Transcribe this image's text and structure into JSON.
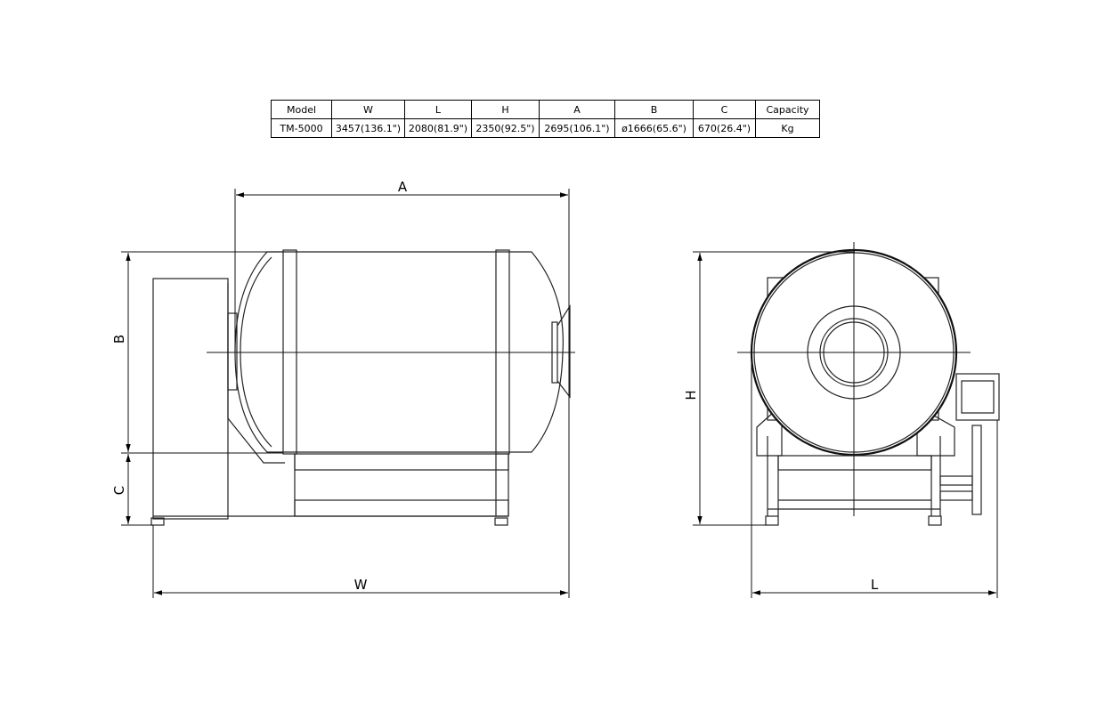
{
  "spec_table": {
    "headers": [
      "Model",
      "W",
      "L",
      "H",
      "A",
      "B",
      "C",
      "Capacity"
    ],
    "row": [
      "TM-5000",
      "3457(136.1\")",
      "2080(81.9\")",
      "2350(92.5\")",
      "2695(106.1\")",
      "ø1666(65.6\")",
      "670(26.4\")",
      "Kg"
    ]
  },
  "dimension_labels": {
    "a": "A",
    "b": "B",
    "c": "C",
    "w": "W",
    "h": "H",
    "l": "L"
  }
}
